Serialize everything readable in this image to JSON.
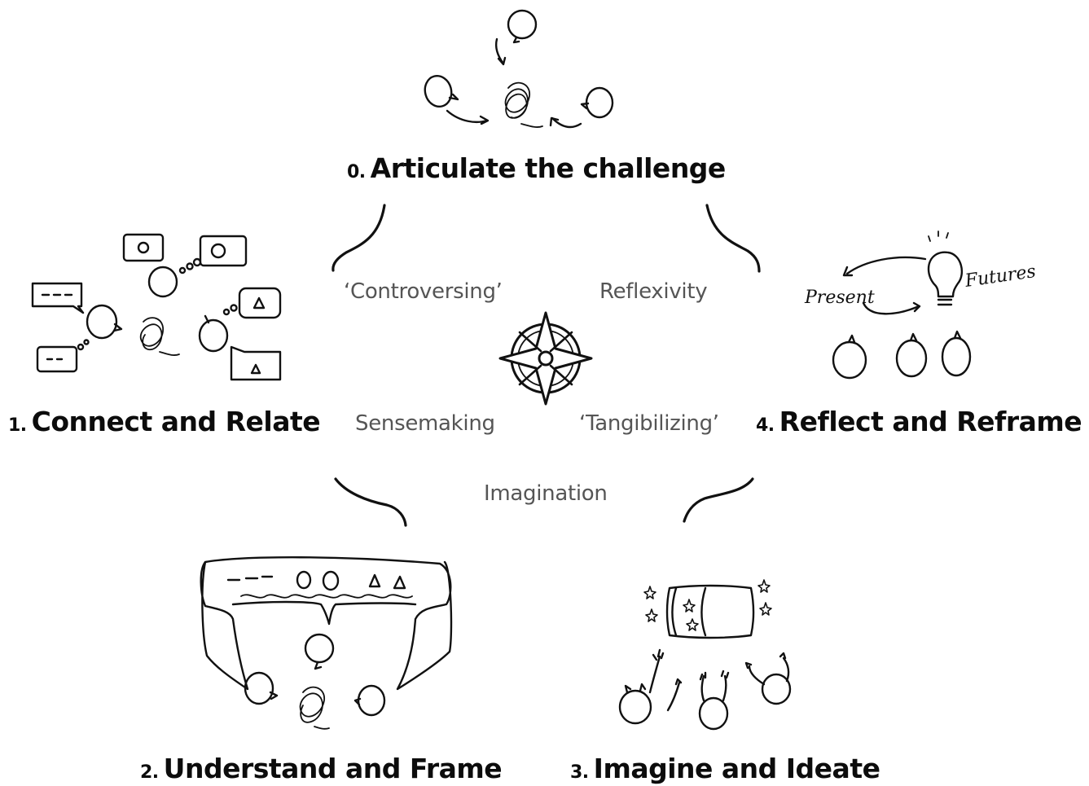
{
  "steps": [
    {
      "number": "0.",
      "label": "Articulate the challenge"
    },
    {
      "number": "1.",
      "label": "Connect and Relate"
    },
    {
      "number": "2.",
      "label": "Understand and Frame"
    },
    {
      "number": "3.",
      "label": "Imagine and Ideate"
    },
    {
      "number": "4.",
      "label": "Reflect and Reframe"
    }
  ],
  "concepts": {
    "controversing": "‘Controversing’",
    "reflexivity": "Reflexivity",
    "sensemaking": "Sensemaking",
    "tangibilizing": "‘Tangibilizing’",
    "imagination": "Imagination"
  },
  "sketch_labels": {
    "present": "Present",
    "futures": "Futures"
  },
  "colors": {
    "ink": "#111111",
    "concept_text": "#555555"
  }
}
